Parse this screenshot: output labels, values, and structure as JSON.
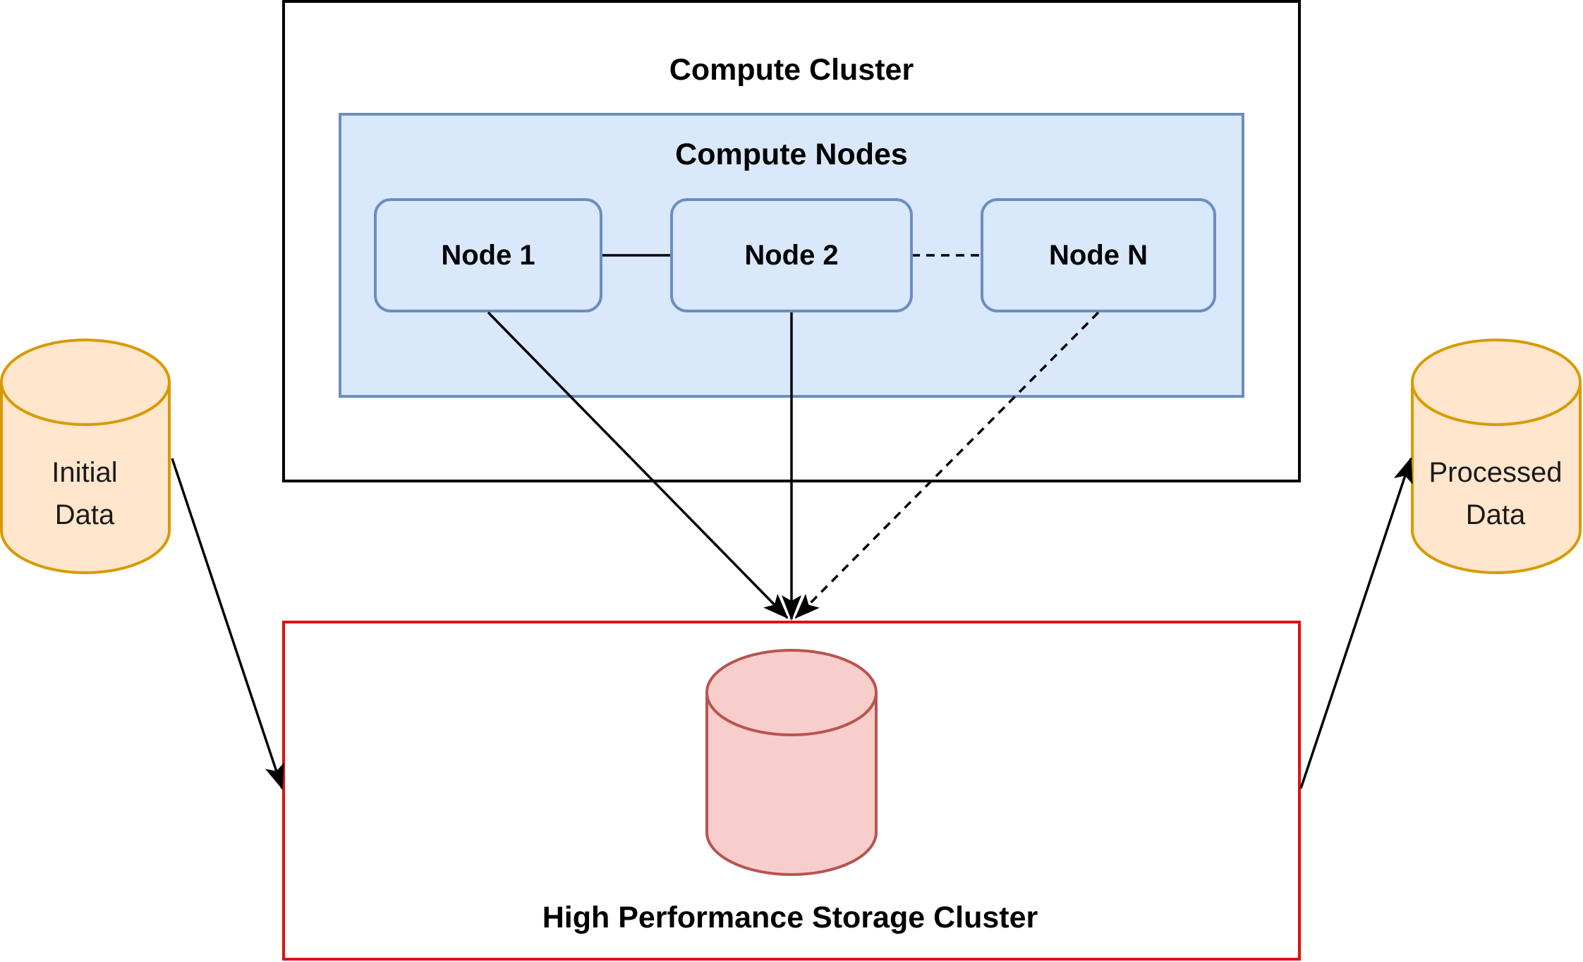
{
  "compute_cluster": {
    "title": "Compute Cluster",
    "nodes_group": {
      "title": "Compute Nodes",
      "nodes": [
        {
          "label": "Node 1"
        },
        {
          "label": "Node 2"
        },
        {
          "label": "Node N"
        }
      ]
    }
  },
  "storage_cluster": {
    "title": "High Performance Storage Cluster"
  },
  "initial_data": {
    "line1": "Initial",
    "line2": "Data"
  },
  "processed_data": {
    "line1": "Processed",
    "line2": "Data"
  },
  "colors": {
    "compute_cluster_border": "#000000",
    "nodes_group_fill": "#dae8fc",
    "nodes_group_border": "#6c8ebf",
    "storage_border": "#e01010",
    "storage_cylinder_fill": "#f8cecc",
    "storage_cylinder_stroke": "#b85450",
    "data_cylinder_fill": "#ffe6cc",
    "data_cylinder_stroke": "#d79b00"
  }
}
